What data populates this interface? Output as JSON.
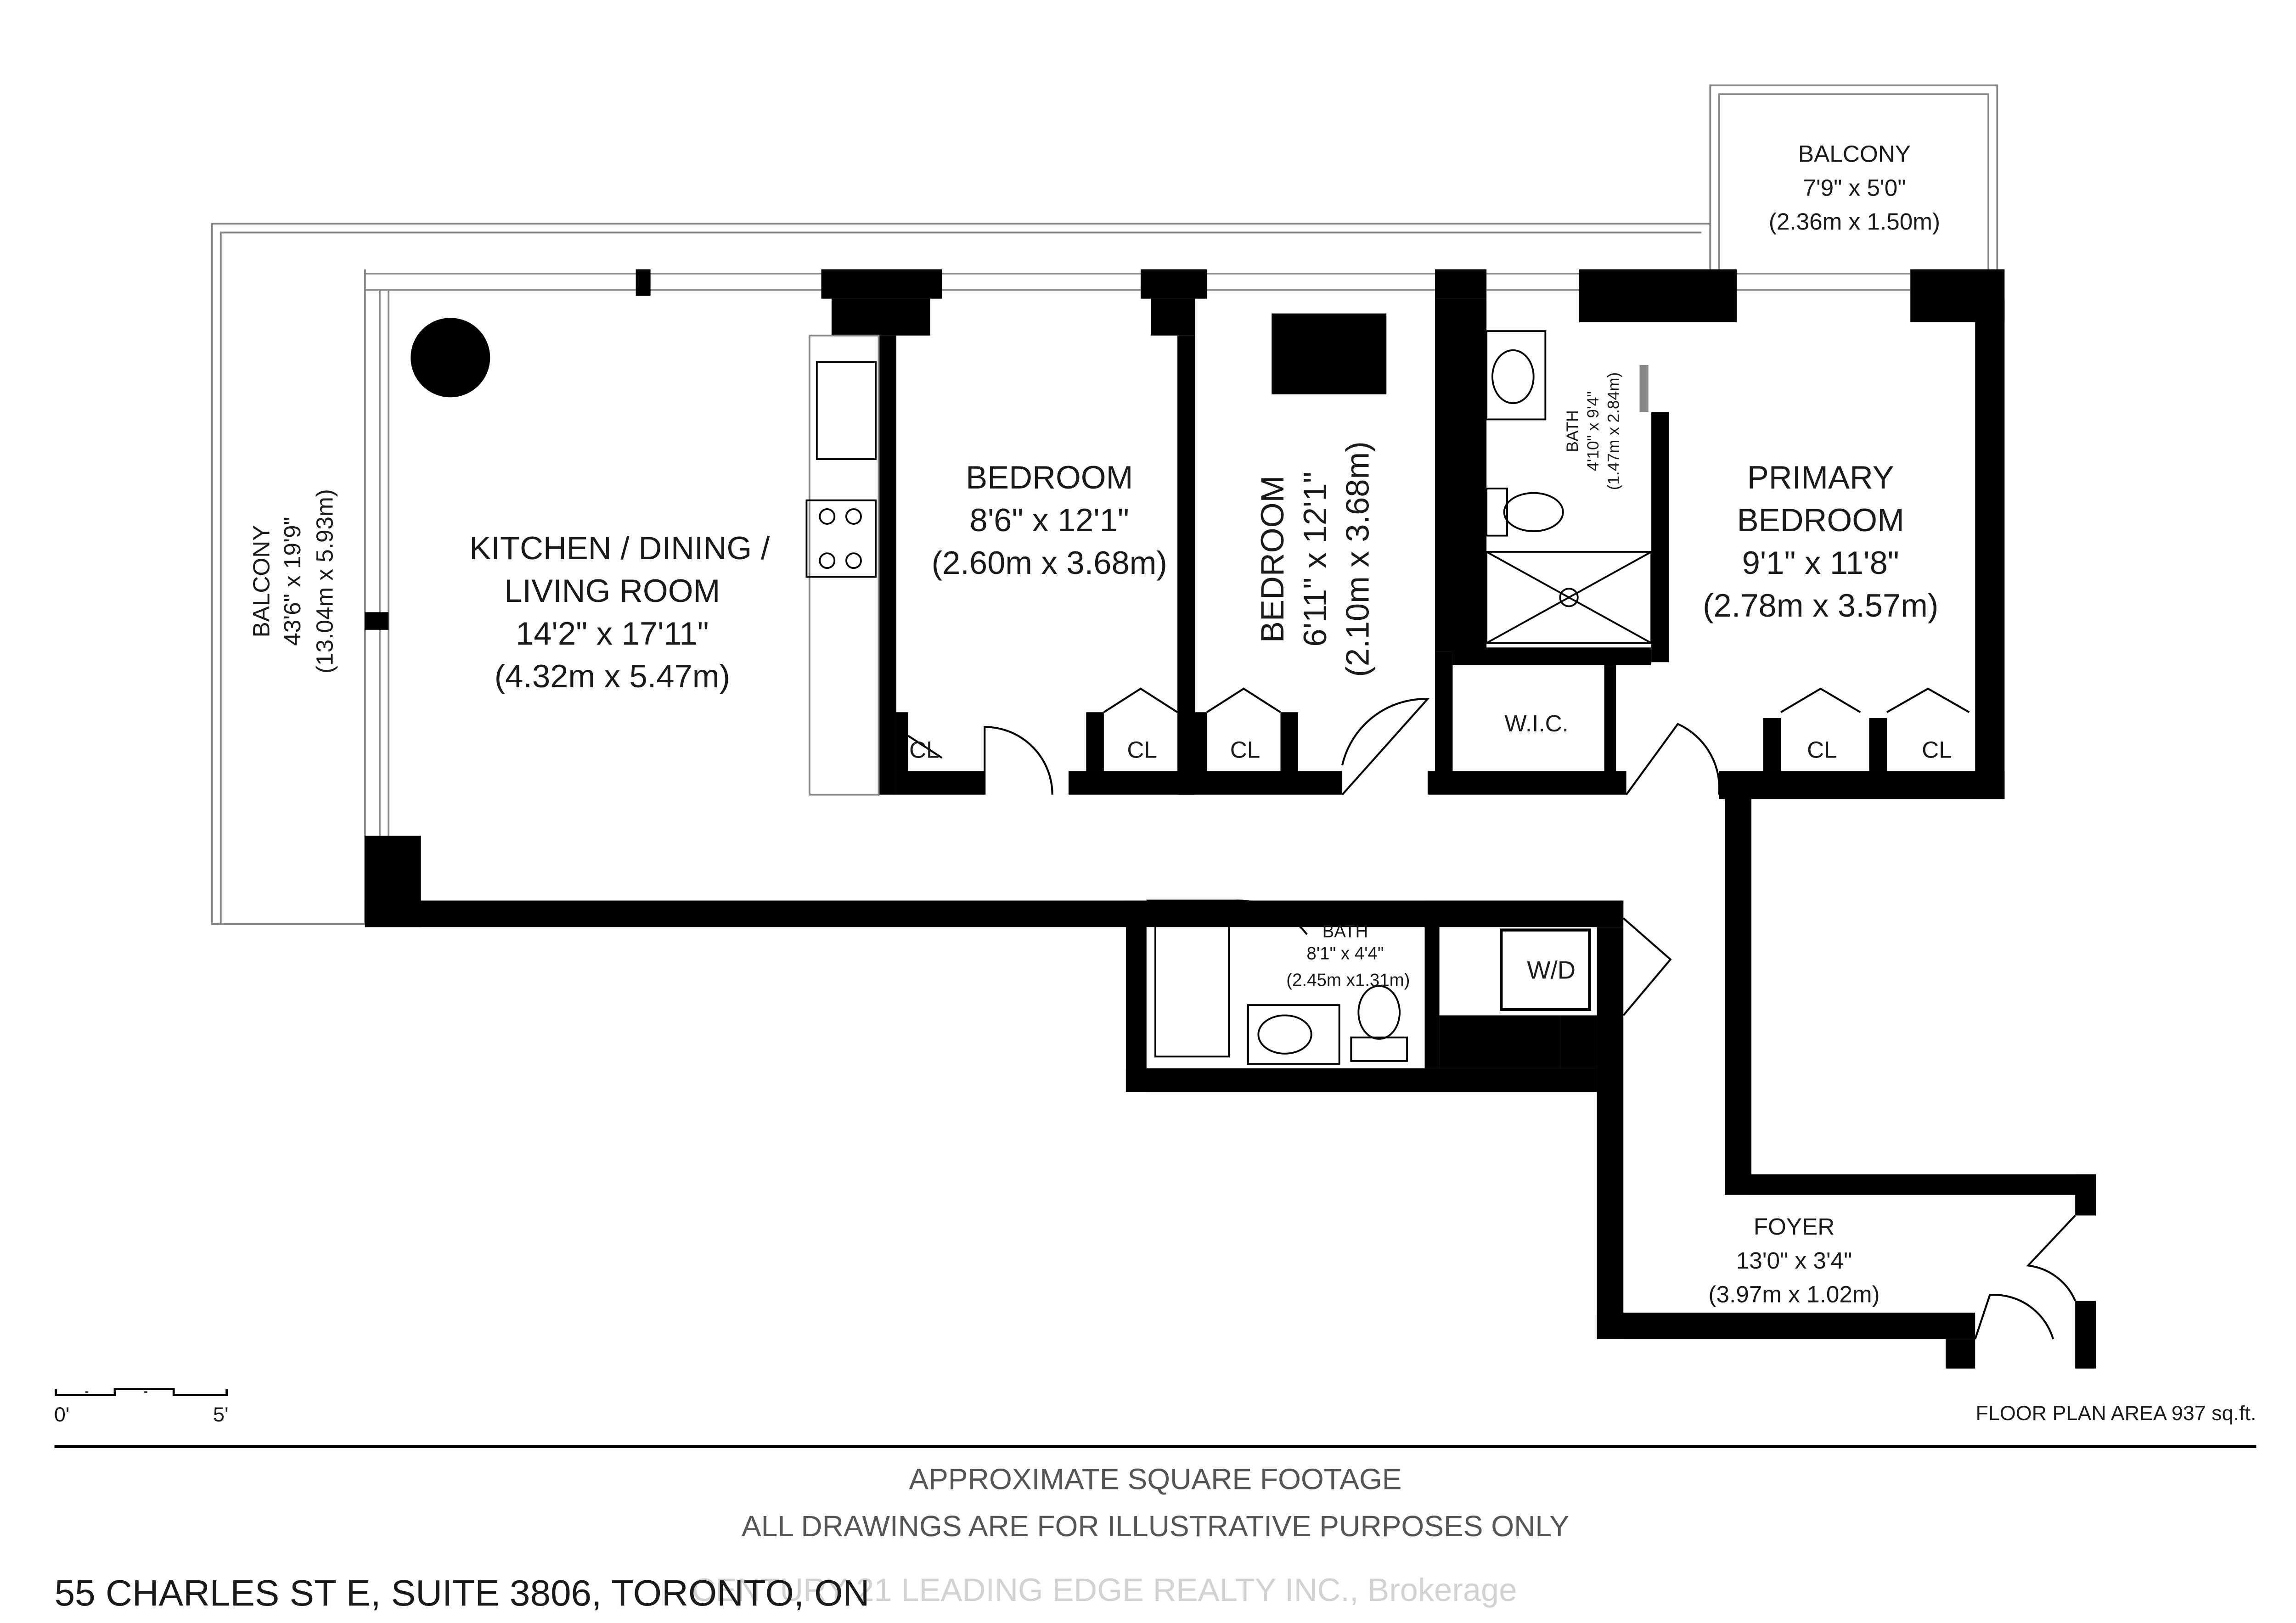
{
  "colors": {
    "wall": "#000000",
    "balcony_line": "#888888",
    "text": "#1a1a1a",
    "note_text": "#555555",
    "watermark": "#d2d2d2"
  },
  "rooms": {
    "balcony_top": {
      "name": "BALCONY",
      "dim_imperial": "7'9\" x 5'0\"",
      "dim_metric": "(2.36m x 1.50m)"
    },
    "balcony_left": {
      "name": "BALCONY",
      "dim_imperial": "43'6\" x 19'9\"",
      "dim_metric": "(13.04m x 5.93m)"
    },
    "kitchen": {
      "name_line1": "KITCHEN / DINING /",
      "name_line2": "LIVING ROOM",
      "dim_imperial": "14'2\" x 17'11\"",
      "dim_metric": "(4.32m x 5.47m)"
    },
    "bedroom1": {
      "name": "BEDROOM",
      "dim_imperial": "8'6\" x 12'1\"",
      "dim_metric": "(2.60m x 3.68m)"
    },
    "bedroom2": {
      "name": "BEDROOM",
      "dim_imperial": "6'11\" x 12'1\"",
      "dim_metric": "(2.10m x 3.68m)"
    },
    "ensuite_bath": {
      "name": "BATH",
      "dim_imperial": "4'10\" x 9'4\"",
      "dim_metric": "(1.47m x 2.84m)"
    },
    "primary_bedroom": {
      "name_line1": "PRIMARY",
      "name_line2": "BEDROOM",
      "dim_imperial": "9'1\" x 11'8\"",
      "dim_metric": "(2.78m x 3.57m)"
    },
    "wic": {
      "name": "W.I.C."
    },
    "bath2": {
      "name": "BATH",
      "dim_imperial": "8'1\" x 4'4\"",
      "dim_metric": "(2.45m x1.31m)"
    },
    "laundry": {
      "name": "W/D"
    },
    "foyer": {
      "name": "FOYER",
      "dim_imperial": "13'0\" x 3'4\"",
      "dim_metric": "(3.97m x 1.02m)"
    },
    "closet_label": "CL"
  },
  "scale_bar": {
    "start_label": "0'",
    "end_label": "5'"
  },
  "floor_area": "FLOOR PLAN AREA 937 sq.ft.",
  "notes": {
    "line1": "APPROXIMATE SQUARE FOOTAGE",
    "line2": "ALL DRAWINGS ARE FOR ILLUSTRATIVE PURPOSES ONLY"
  },
  "address": "55 CHARLES ST E, SUITE 3806, TORONTO, ON",
  "watermark": "CENTURY 21 LEADING EDGE REALTY INC., Brokerage"
}
